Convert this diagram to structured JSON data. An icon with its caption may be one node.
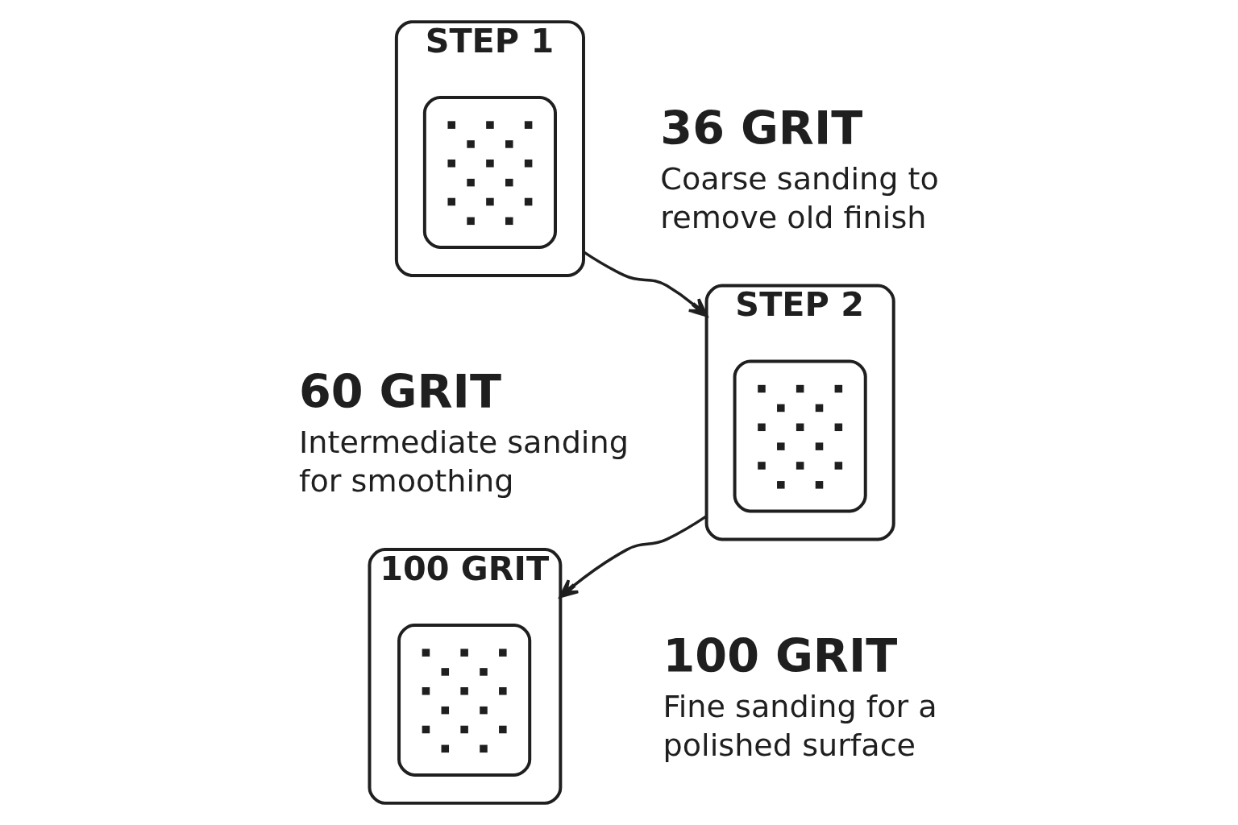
{
  "diagram": {
    "nodes": [
      {
        "text": [
          "STEP 1"
        ],
        "beside": [
          "36 GRIT",
          "Coarse sanding to remove old finish"
        ]
      },
      {
        "text": [],
        "shape": "box",
        "in": 0
      },
      {
        "text": [
          "STEP 2"
        ],
        "beside": [
          "60 GRIT",
          "Intermediate sanding for smoothing"
        ]
      },
      {
        "text": [],
        "shape": "box",
        "in": 2
      },
      {
        "text": [
          "100 GRIT"
        ],
        "beside": [
          "100 GRIT",
          "Fine sanding for a polished surface"
        ]
      },
      {
        "text": [],
        "shape": "box",
        "in": 4
      }
    ],
    "edges": [
      {
        "from": 0,
        "to": 2,
        "arrow": "to"
      },
      {
        "from": 2,
        "to": 4,
        "arrow": "to"
      }
    ]
  }
}
